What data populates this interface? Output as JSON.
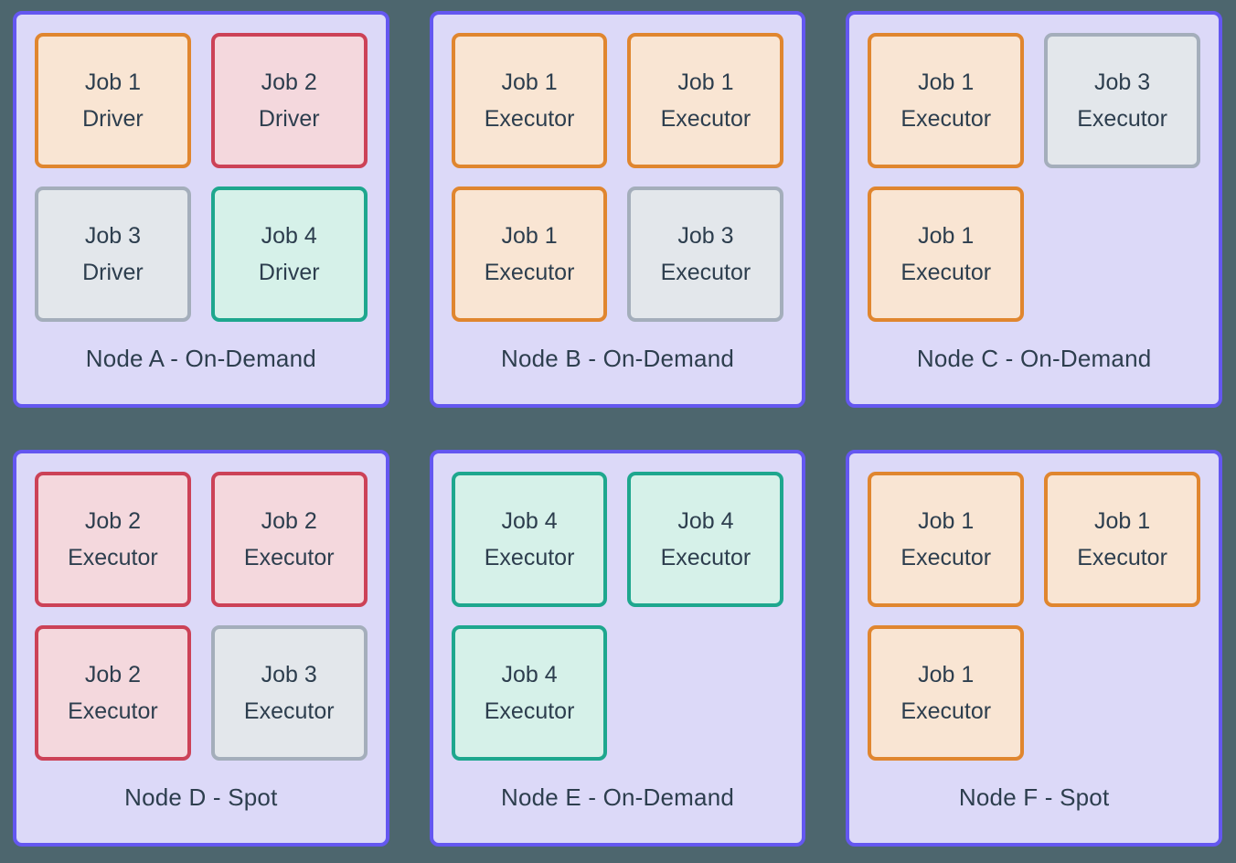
{
  "palette": {
    "page_background": "#4d666e",
    "node_fill": "#dcd9f8",
    "node_border": "#6457f0",
    "text": "#2d3e4e",
    "job_colors": {
      "job1": {
        "border": "#e0862f",
        "fill": "#f9e5d3"
      },
      "job2": {
        "border": "#cc4257",
        "fill": "#f4d8dd"
      },
      "job3": {
        "border": "#a4aebb",
        "fill": "#e3e7eb"
      },
      "job4": {
        "border": "#1ea78e",
        "fill": "#d6f1e9"
      }
    }
  },
  "nodes": [
    {
      "id": "node-a",
      "label": "Node A - On-Demand",
      "boxes": [
        {
          "line1": "Job 1",
          "line2": "Driver",
          "color": "job1"
        },
        {
          "line1": "Job 2",
          "line2": "Driver",
          "color": "job2"
        },
        {
          "line1": "Job 3",
          "line2": "Driver",
          "color": "job3"
        },
        {
          "line1": "Job 4",
          "line2": "Driver",
          "color": "job4"
        }
      ]
    },
    {
      "id": "node-b",
      "label": "Node B - On-Demand",
      "boxes": [
        {
          "line1": "Job 1",
          "line2": "Executor",
          "color": "job1"
        },
        {
          "line1": "Job 1",
          "line2": "Executor",
          "color": "job1"
        },
        {
          "line1": "Job 1",
          "line2": "Executor",
          "color": "job1"
        },
        {
          "line1": "Job 3",
          "line2": "Executor",
          "color": "job3"
        }
      ]
    },
    {
      "id": "node-c",
      "label": "Node C - On-Demand",
      "boxes": [
        {
          "line1": "Job 1",
          "line2": "Executor",
          "color": "job1"
        },
        {
          "line1": "Job 3",
          "line2": "Executor",
          "color": "job3"
        },
        {
          "line1": "Job 1",
          "line2": "Executor",
          "color": "job1"
        }
      ]
    },
    {
      "id": "node-d",
      "label": "Node D - Spot",
      "boxes": [
        {
          "line1": "Job 2",
          "line2": "Executor",
          "color": "job2"
        },
        {
          "line1": "Job 2",
          "line2": "Executor",
          "color": "job2"
        },
        {
          "line1": "Job 2",
          "line2": "Executor",
          "color": "job2"
        },
        {
          "line1": "Job 3",
          "line2": "Executor",
          "color": "job3"
        }
      ]
    },
    {
      "id": "node-e",
      "label": "Node E - On-Demand",
      "boxes": [
        {
          "line1": "Job 4",
          "line2": "Executor",
          "color": "job4"
        },
        {
          "line1": "Job 4",
          "line2": "Executor",
          "color": "job4"
        },
        {
          "line1": "Job 4",
          "line2": "Executor",
          "color": "job4"
        }
      ]
    },
    {
      "id": "node-f",
      "label": "Node F - Spot",
      "boxes": [
        {
          "line1": "Job 1",
          "line2": "Executor",
          "color": "job1"
        },
        {
          "line1": "Job 1",
          "line2": "Executor",
          "color": "job1"
        },
        {
          "line1": "Job 1",
          "line2": "Executor",
          "color": "job1"
        }
      ]
    }
  ]
}
